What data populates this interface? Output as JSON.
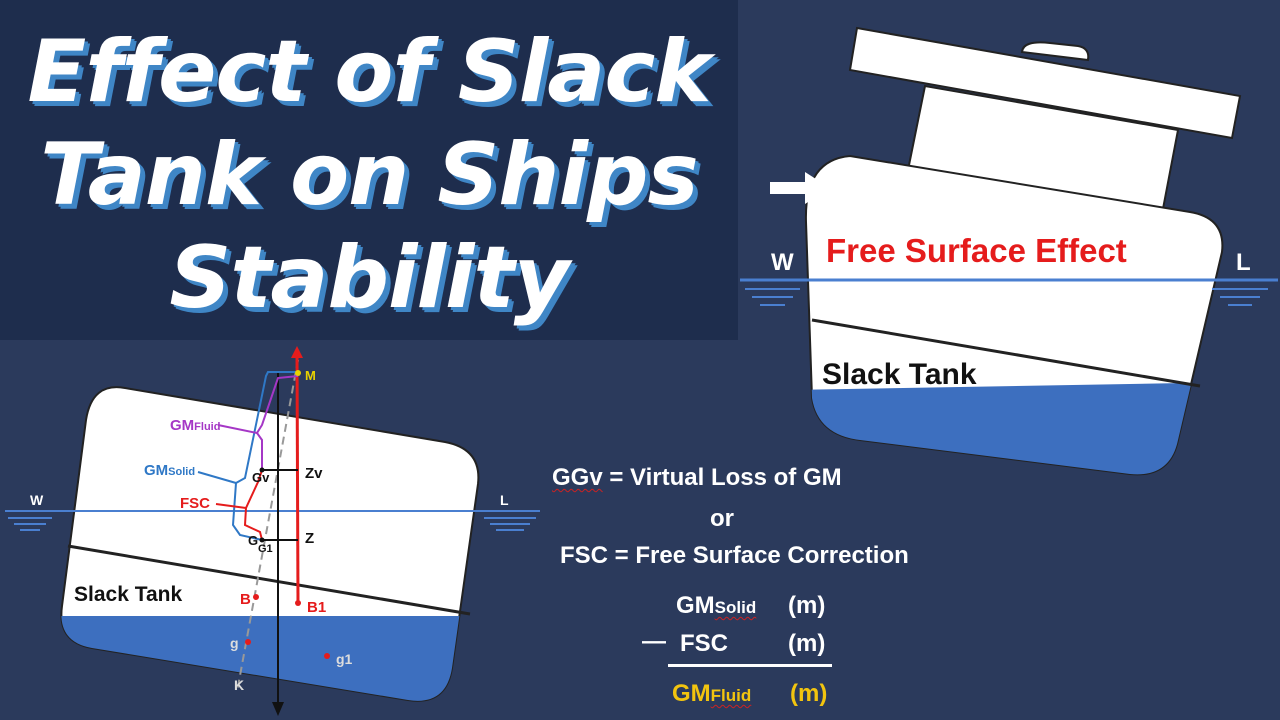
{
  "title": {
    "line1": "Effect of Slack",
    "line2": "Tank on Ships",
    "line3": "Stability"
  },
  "right_diagram": {
    "free_surface_label": "Free Surface Effect",
    "w": "W",
    "l": "L",
    "slack_tank": "Slack Tank"
  },
  "left_diagram": {
    "w": "W",
    "l": "L",
    "slack_tank": "Slack Tank",
    "m": "M",
    "zv": "Zv",
    "gv": "Gv",
    "z": "Z",
    "g": "G",
    "g1": "G1",
    "b": "B",
    "b1": "B1",
    "g_small": "g",
    "g1_small": "g1",
    "k": "K",
    "gm_fluid": "GM",
    "gm_fluid_sub": "Fluid",
    "gm_solid": "GM",
    "gm_solid_sub": "Solid",
    "fsc": "FSC"
  },
  "formulas": {
    "ggv": "GGv",
    "ggv_def": "= Virtual Loss of GM",
    "or": "or",
    "fsc": "FSC",
    "fsc_def": "= Free Surface Correction",
    "gm_solid": "GM",
    "gm_solid_sub": "Solid",
    "m1": "(m)",
    "minus": "—",
    "fsc2": "FSC",
    "m2": "(m)",
    "gm_fluid": "GM",
    "gm_fluid_sub": "Fluid",
    "m3": "(m)"
  },
  "colors": {
    "background": "#2b3a5c",
    "title_panel": "#1e2d4d",
    "water": "#3d6fbf",
    "red": "#e51c1c",
    "blue": "#4a7fd0"
  }
}
